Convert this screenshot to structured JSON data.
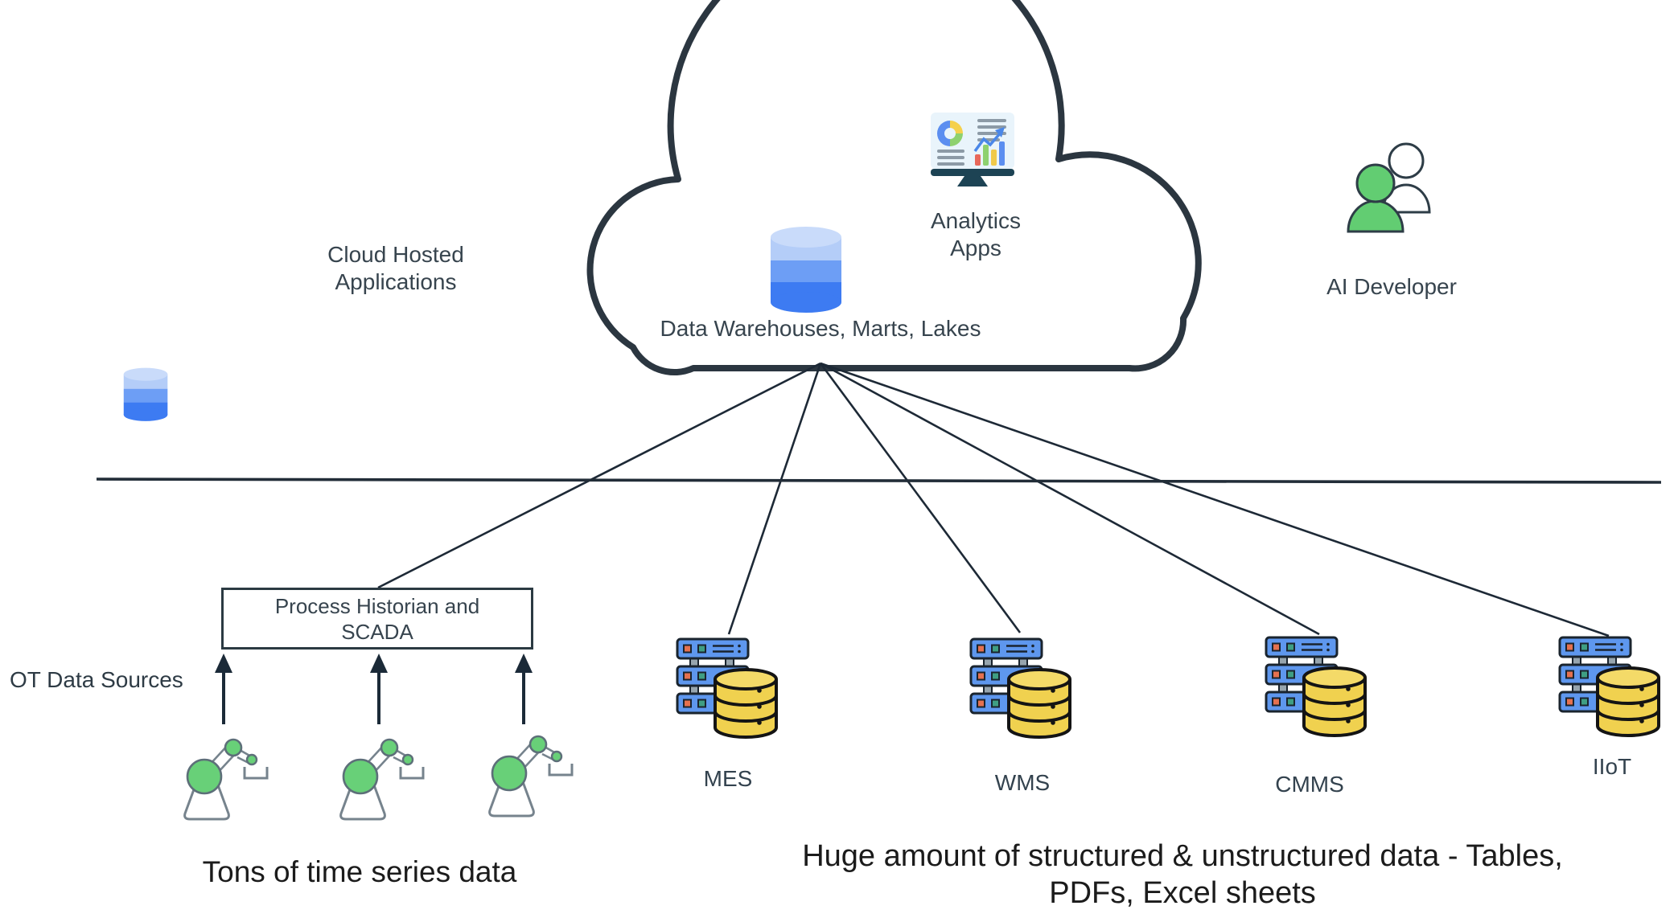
{
  "cloud_zone": {
    "side_label": "Cloud Hosted\nApplications",
    "warehouse_label": "Data Warehouses, Marts, Lakes",
    "analytics_label": "Analytics\nApps",
    "ai_developer_label": "AI Developer"
  },
  "edge_zone": {
    "ot_sources_label": "OT Data Sources",
    "historian_label": "Process Historian and\nSCADA",
    "time_series_caption": "Tons of time series data",
    "systems": [
      {
        "label": "MES"
      },
      {
        "label": "WMS"
      },
      {
        "label": "CMMS"
      },
      {
        "label": "IIoT"
      }
    ],
    "structured_caption": "Huge amount of structured & unstructured data - Tables,\nPDFs, Excel sheets"
  },
  "icons": {
    "cloud": "cloud-outline",
    "database_blue": "database-icon",
    "analytics": "analytics-dashboard-icon",
    "people": "ai-developer-people-icon",
    "server_database": "server-database-icon",
    "robot": "robot-arm-icon",
    "arrow": "up-arrow-icon"
  },
  "colors": {
    "outline_dark": "#2b3640",
    "connector": "#1d2936",
    "label_text": "#37444e",
    "caption_text": "#1b1b1b",
    "db_blue_light": "#c9dbfa",
    "db_blue_mid": "#6d9ef5",
    "db_blue_dark": "#3d7bf2",
    "server_blue": "#5e97ee",
    "db_yellow": "#f0d14f",
    "robot_green": "#68d078",
    "person_green": "#62cd72",
    "monitor_navy": "#1d4354"
  }
}
